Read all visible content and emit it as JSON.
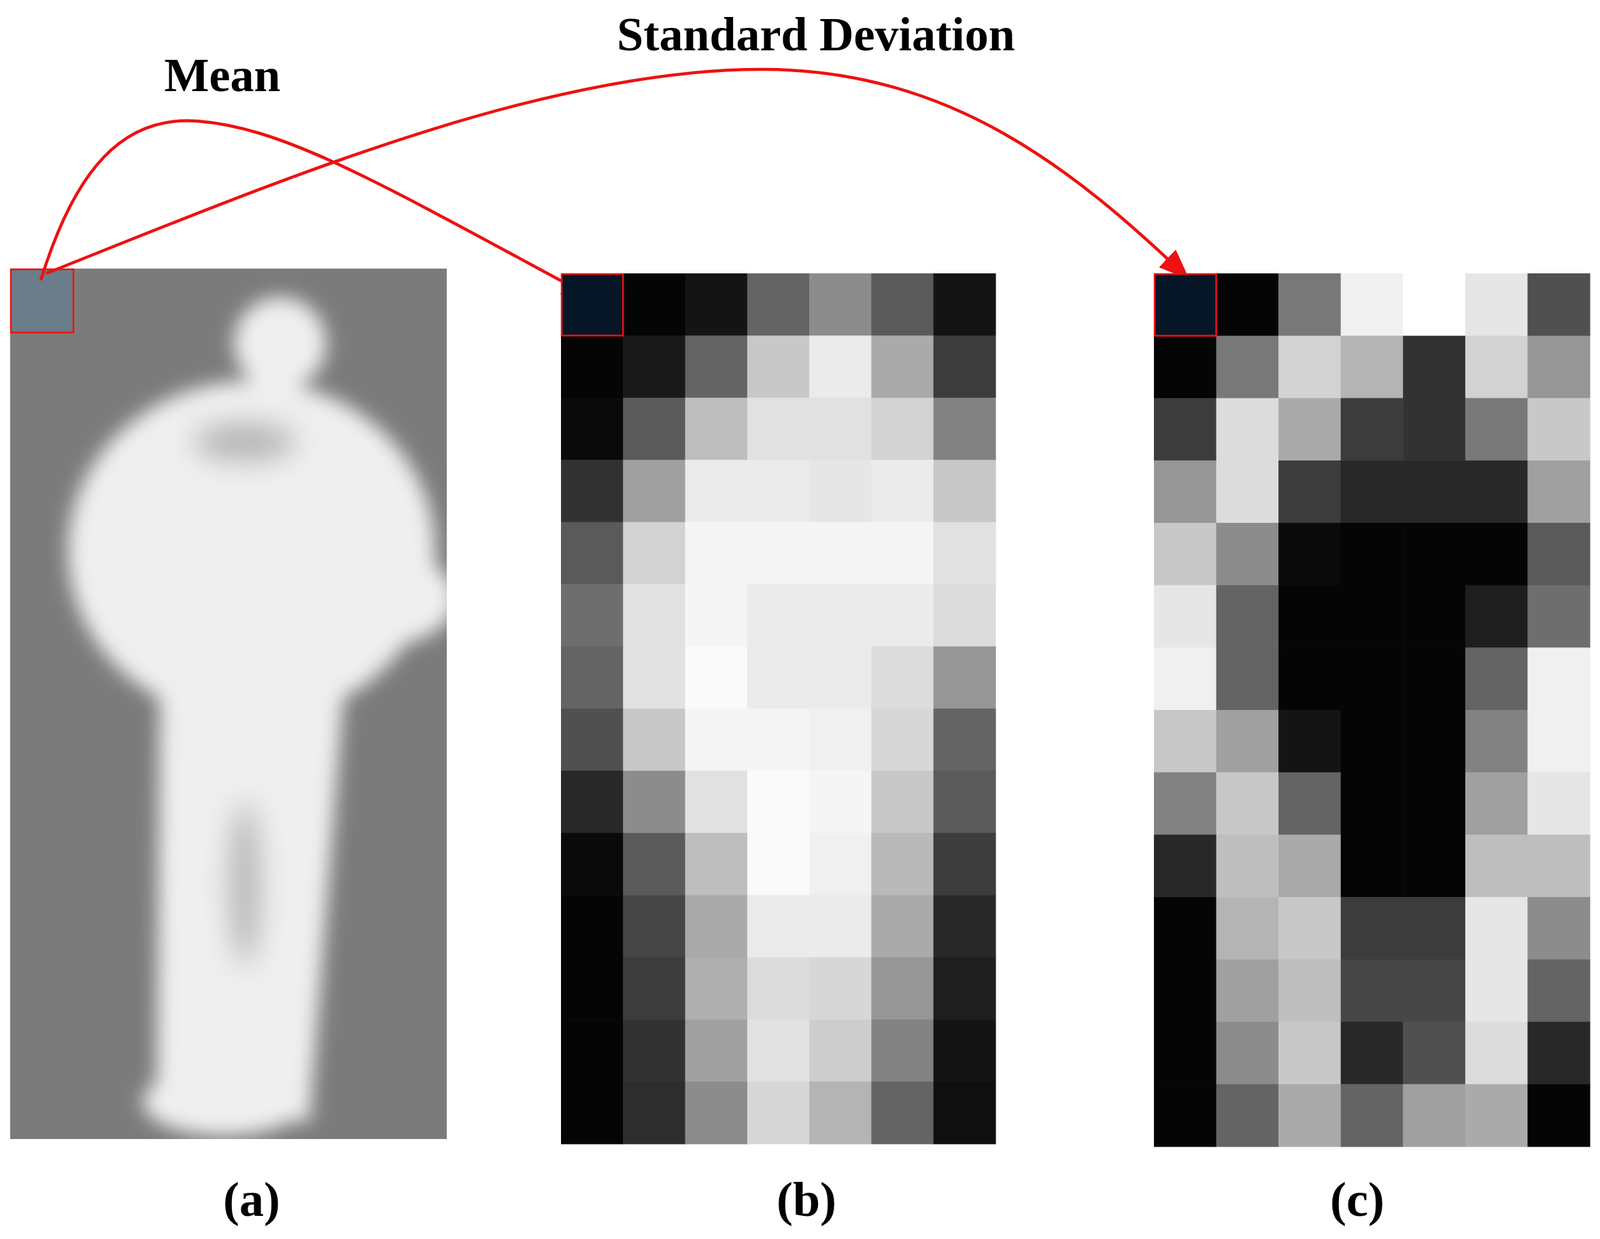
{
  "diagram": {
    "labels": [
      "Mean",
      "Standard Deviation",
      "(a)",
      "(b)",
      "(c)"
    ]
  }
}
